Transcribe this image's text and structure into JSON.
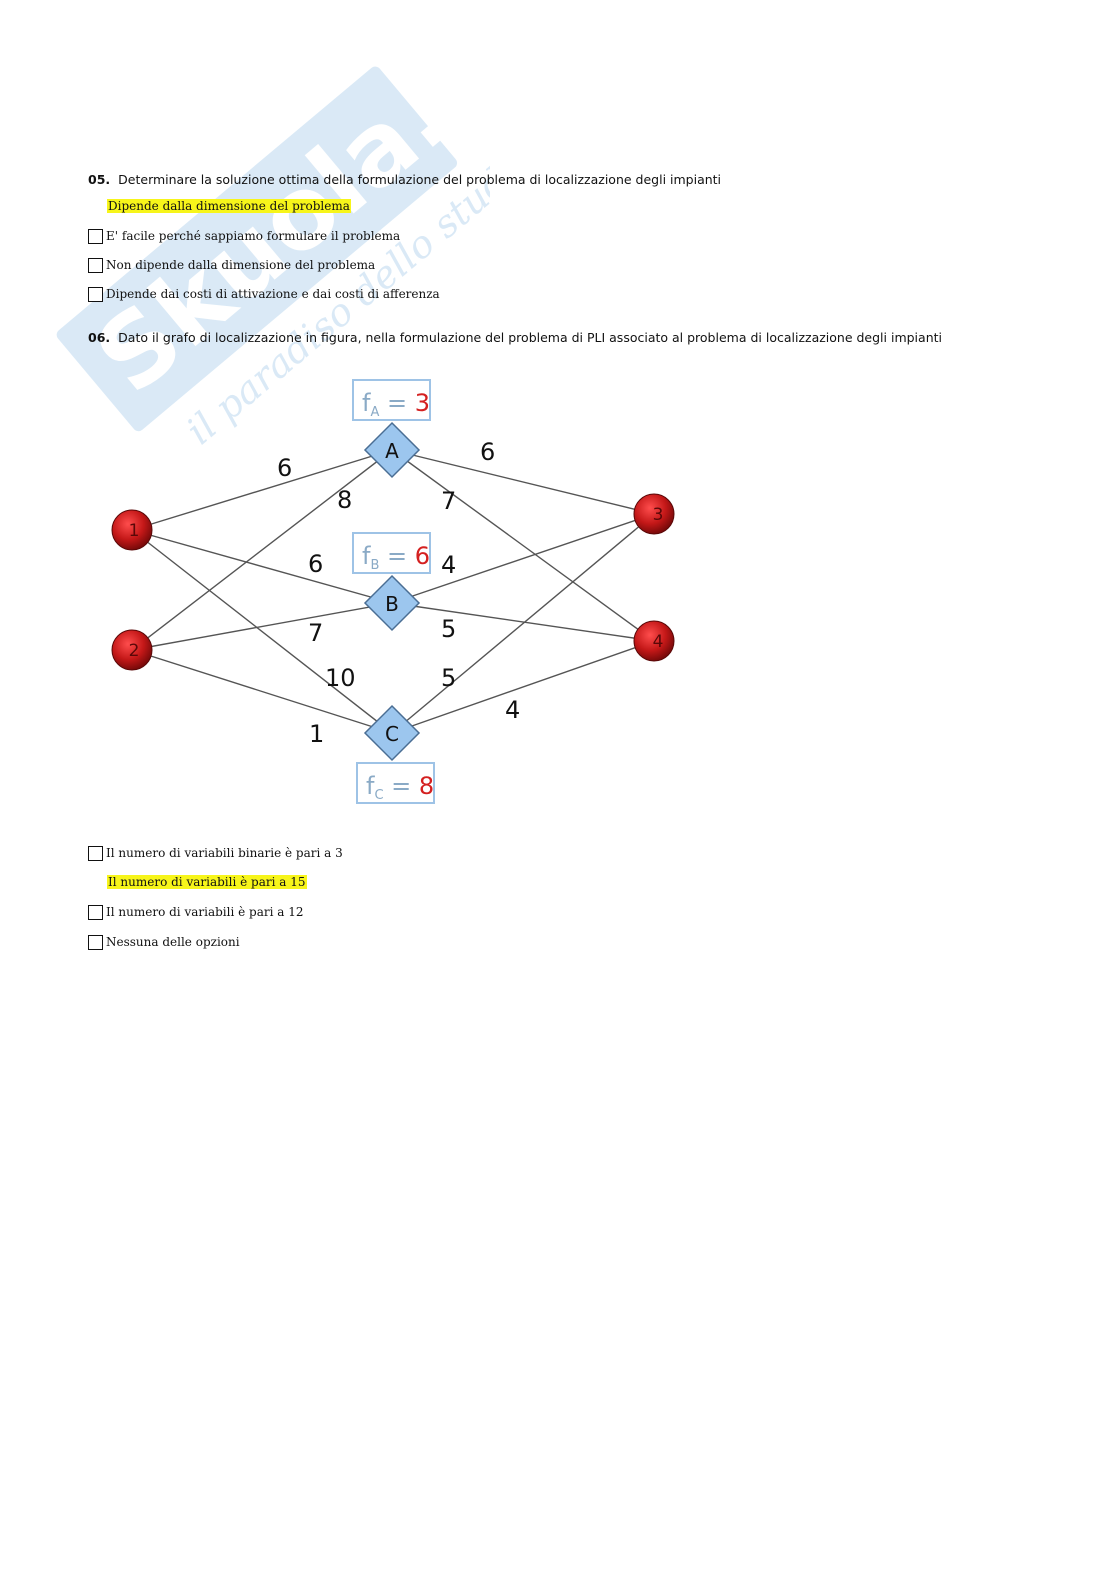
{
  "watermark": {
    "main": "Skuola.net",
    "tagline": "il paradiso dello studente"
  },
  "q05": {
    "number": "05.",
    "text": "Determinare la soluzione ottima della formulazione del problema di localizzazione degli impianti",
    "highlighted_answer": "Dipende dalla dimensione del problema",
    "options": [
      "E' facile perché sappiamo formulare il problema",
      "Non dipende dalla dimensione del problema",
      "Dipende dai costi di attivazione e dai costi di afferenza"
    ]
  },
  "q06": {
    "number": "06.",
    "text": "Dato il grafo di localizzazione in figura, nella formulazione del problema di PLI associato al problema di localizzazione degli impianti",
    "options_before": [
      "Il numero di variabili binarie è pari a 3"
    ],
    "highlighted_answer": "Il numero di variabili è pari a 15",
    "options_after": [
      "Il numero di variabili è pari a 12",
      "Nessuna delle opzioni"
    ]
  },
  "graph": {
    "clients": [
      "1",
      "2",
      "3",
      "4"
    ],
    "facilities": [
      {
        "name": "A",
        "cost_label": "f",
        "cost_sub": "A",
        "cost_eq": " = ",
        "cost_value": "3"
      },
      {
        "name": "B",
        "cost_label": "f",
        "cost_sub": "B",
        "cost_eq": " = ",
        "cost_value": "6"
      },
      {
        "name": "C",
        "cost_label": "f",
        "cost_sub": "C",
        "cost_eq": " = ",
        "cost_value": "8"
      }
    ],
    "edge_labels": {
      "1A": "6",
      "2A": "8",
      "3A": "6",
      "4A": "7",
      "1B": "6",
      "2B": "7",
      "3B": "4",
      "4B": "5",
      "1C": "10",
      "2C": "1",
      "3C": "5",
      "4C": "4"
    },
    "colors": {
      "client_fill": "#c41818",
      "facility_fill": "#9cc6ee",
      "cost_box_border": "#9ec3e6",
      "cost_value": "#d42020",
      "cost_label": "#8aaac6",
      "edge": "#555555"
    }
  }
}
